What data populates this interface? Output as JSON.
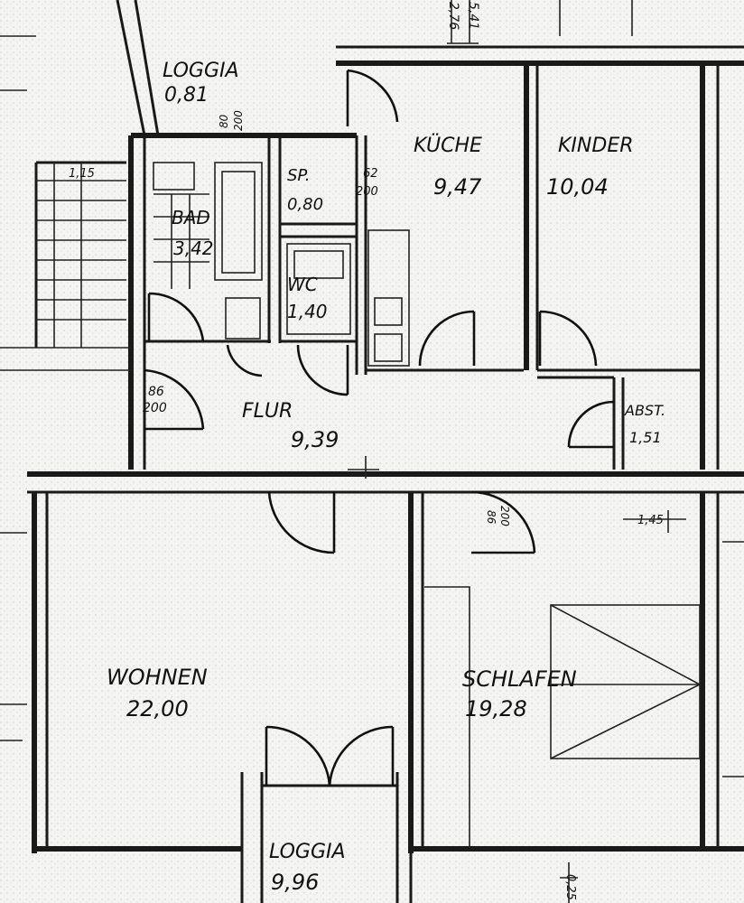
{
  "rooms": {
    "loggia_top": {
      "name": "LOGGIA",
      "area": "0,81"
    },
    "bad": {
      "name": "BAD",
      "area": "3,42"
    },
    "sp": {
      "name": "SP.",
      "area": "0,80"
    },
    "wc": {
      "name": "WC",
      "area": "1,40"
    },
    "kuche": {
      "name": "KÜCHE",
      "area": "9,47"
    },
    "kinder": {
      "name": "KINDER",
      "area": "10,04"
    },
    "flur": {
      "name": "FLUR",
      "area": "9,39"
    },
    "abst": {
      "name": "ABST.",
      "area": "1,51"
    },
    "wohnen": {
      "name": "WOHNEN",
      "area": "22,00"
    },
    "schlafen": {
      "name": "SCHLAFEN",
      "area": "19,28"
    },
    "loggia_bottom": {
      "name": "LOGGIA",
      "area": "9,96"
    }
  },
  "dimensions": {
    "door_bad": {
      "w": "80",
      "h": "200"
    },
    "door_sp": {
      "w": "62",
      "h": "200"
    },
    "door_flur": {
      "w": "86",
      "h": "200"
    },
    "door_schlafen": {
      "w": "86",
      "h": "200"
    },
    "top_right": "2,76",
    "top_right2": "5,41",
    "bottom_mark": "0,25",
    "schlafen_mark": "1,45",
    "stair_mark": "1,15"
  },
  "colors": {
    "ink": "#111111",
    "paper": "#f4f4f2"
  }
}
